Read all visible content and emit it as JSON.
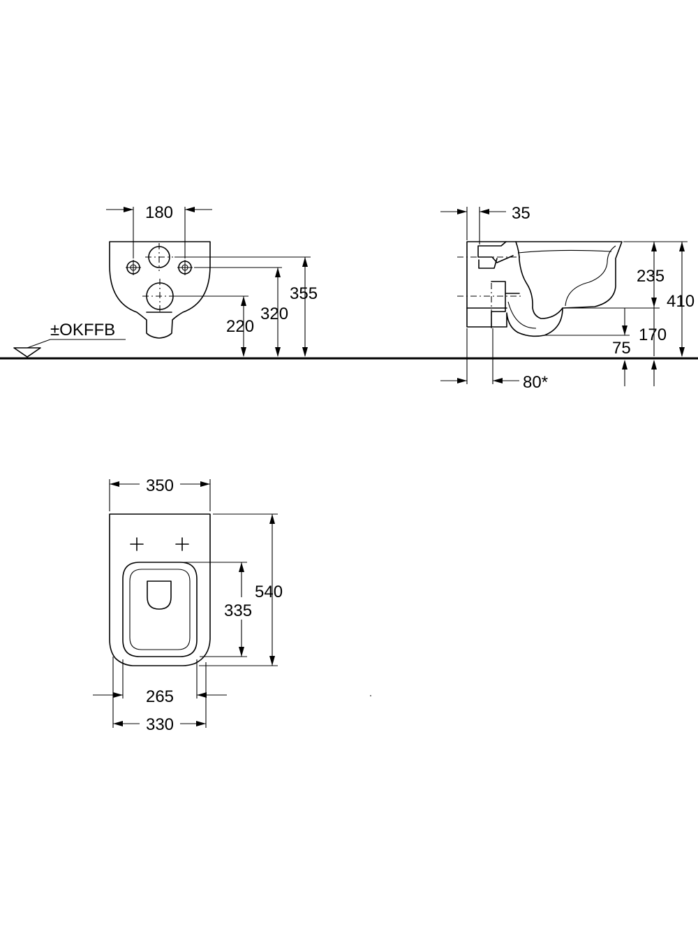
{
  "reference_label": "±OKFFB",
  "front_view": {
    "dim_fixing_spacing": "180",
    "dim_fixing_height": "355",
    "dim_inlet_height": "320",
    "dim_outlet_height": "220"
  },
  "side_view": {
    "dim_wall_offset": "35",
    "dim_bowl_depth": "235",
    "dim_total_height": "410",
    "dim_outlet_center": "170",
    "dim_outlet_bottom": "75",
    "dim_outlet_projection": "80*"
  },
  "top_view": {
    "dim_top_width": "350",
    "dim_length": "540",
    "dim_bowl_length": "335",
    "dim_bowl_width": "265",
    "dim_bottom_width": "330"
  }
}
